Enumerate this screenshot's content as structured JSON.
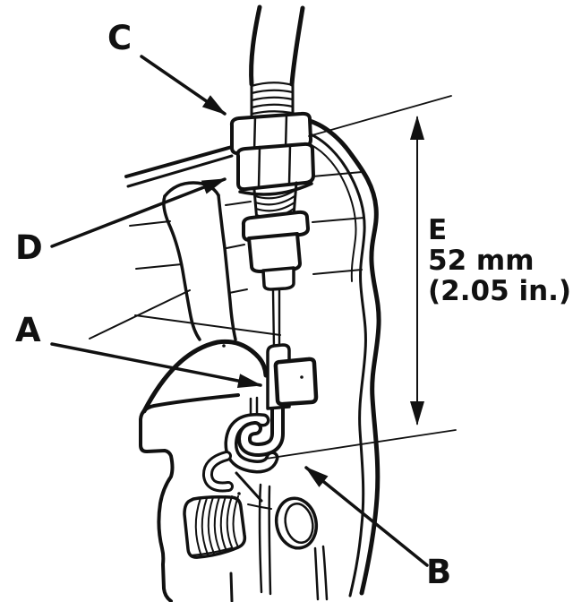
{
  "figure": {
    "background_color": "#ffffff",
    "ink_color": "#111111",
    "callouts": {
      "a": "A",
      "b": "B",
      "c": "C",
      "d": "D"
    },
    "dimension": {
      "label": "E",
      "metric": "52 mm",
      "imperial": "(2.05 in.)"
    }
  }
}
